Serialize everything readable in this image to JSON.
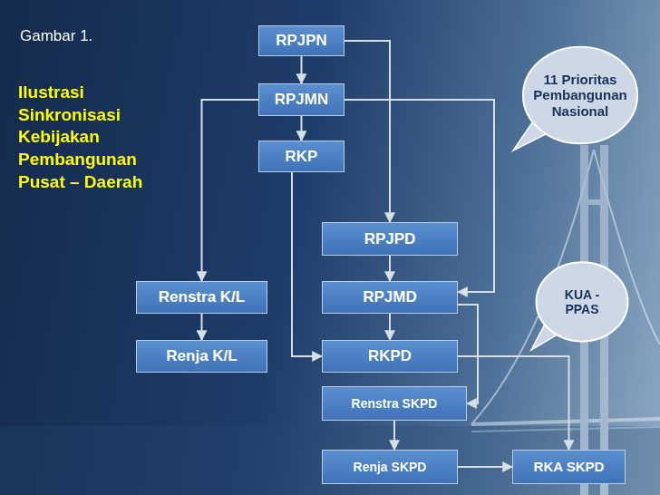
{
  "diagram": {
    "title": "Ilustrasi Sinkronisasi Kebijakan Pembangunan Pusat – Daerah",
    "nodes": [
      {
        "text": [
          "RPJPN"
        ]
      },
      {
        "text": [
          "RPJMN"
        ]
      },
      {
        "text": [
          "RKP"
        ]
      },
      {
        "text": [
          "11 Prioritas Pembangunan Nasional"
        ]
      },
      {
        "text": [
          "RPJPD"
        ]
      },
      {
        "text": [
          "Renstra K/L"
        ]
      },
      {
        "text": [
          "RPJMD"
        ]
      },
      {
        "text": [
          "KUA - PPAS"
        ]
      },
      {
        "text": [
          "Renja K/L"
        ]
      },
      {
        "text": [
          "RKPD"
        ]
      },
      {
        "text": [
          "Renstra SKPD"
        ]
      },
      {
        "text": [
          "Renja SKPD"
        ]
      },
      {
        "text": [
          "RKA SKPD"
        ]
      }
    ],
    "edges": [
      {
        "from": 0,
        "to": 1,
        "arrow": "to"
      },
      {
        "from": 1,
        "to": 2,
        "arrow": "to"
      },
      {
        "from": 0,
        "to": 4,
        "arrow": "to"
      },
      {
        "from": 1,
        "to": 5,
        "arrow": "to"
      },
      {
        "from": 1,
        "to": 6,
        "arrow": "to"
      },
      {
        "from": 4,
        "to": 6,
        "arrow": "to"
      },
      {
        "from": 6,
        "to": 9,
        "arrow": "to"
      },
      {
        "from": 2,
        "to": 9,
        "arrow": "to"
      },
      {
        "from": 5,
        "to": 8,
        "arrow": "to"
      },
      {
        "from": 6,
        "to": 10,
        "arrow": "to"
      },
      {
        "from": 10,
        "to": 11,
        "arrow": "to"
      },
      {
        "from": 11,
        "to": 12,
        "arrow": "to"
      },
      {
        "from": 9,
        "to": 12,
        "arrow": "to"
      }
    ],
    "labels": [
      "Gambar 1."
    ]
  }
}
